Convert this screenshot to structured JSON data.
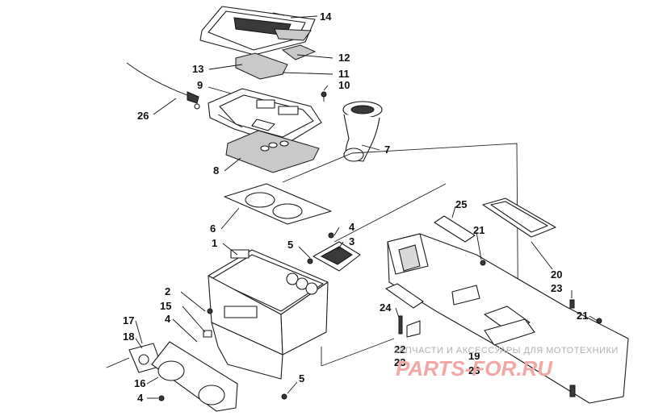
{
  "callouts": {
    "c14": "14",
    "c12": "12",
    "c13": "13",
    "c11": "11",
    "c9": "9",
    "c10": "10",
    "c26": "26",
    "c7": "7",
    "c8": "8",
    "c6": "6",
    "c4a": "4",
    "c3": "3",
    "c1": "1",
    "c5a": "5",
    "c25": "25",
    "c21a": "21",
    "c20": "20",
    "c23a": "23",
    "c2": "2",
    "c15": "15",
    "c4b": "4",
    "c17": "17",
    "c18": "18",
    "c24": "24",
    "c21b": "21",
    "c22": "22",
    "c23b": "23",
    "c19": "19",
    "c23c": "23",
    "c16": "16",
    "c4c": "4",
    "c5b": "5"
  },
  "watermark": {
    "tagline": "ЗАПЧАСТИ И АКСЕССУАРЫ ДЛЯ МОТОТЕХНИКИ",
    "logo": "PARTS-FOR.RU"
  },
  "colors": {
    "line": "#1a1a1a",
    "watermark_logo": "#f2a7a7",
    "watermark_text": "#b0b0b0"
  }
}
